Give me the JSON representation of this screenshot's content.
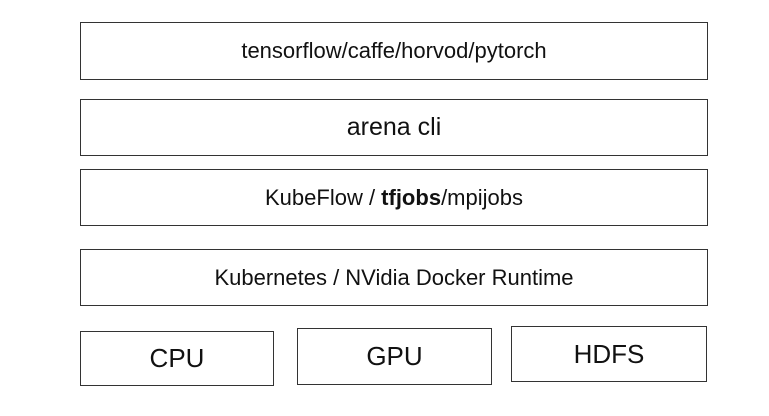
{
  "layers": {
    "frameworks": "tensorflow/caffe/horvod/pytorch",
    "cli": "arena cli",
    "operators": {
      "prefix": "KubeFlow / ",
      "highlight": "tfjobs",
      "suffix": "/mpijobs"
    },
    "runtime": "Kubernetes / NVidia Docker Runtime"
  },
  "hardware": {
    "cpu": "CPU",
    "gpu": "GPU",
    "hdfs": "HDFS"
  }
}
